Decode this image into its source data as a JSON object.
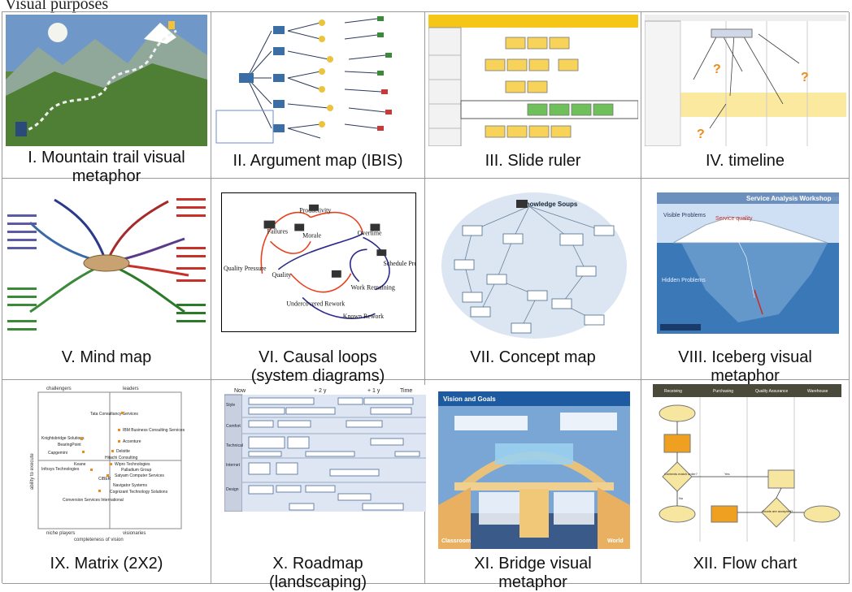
{
  "header": {
    "caption": "Visual purposes"
  },
  "panels": [
    {
      "numeral": "I.",
      "label": "I. Mountain trail visual metaphor",
      "line1": "I. Mountain trail visual",
      "line2": "metaphor"
    },
    {
      "numeral": "II.",
      "label": "II. Argument map (IBIS)",
      "line1": "II. Argument map (IBIS)",
      "line2": ""
    },
    {
      "numeral": "III.",
      "label": "III. Slide ruler",
      "line1": "III.  Slide ruler",
      "line2": ""
    },
    {
      "numeral": "IV.",
      "label": "IV. timeline",
      "line1": "IV. timeline",
      "line2": ""
    },
    {
      "numeral": "V.",
      "label": "V. Mind map",
      "line1": "V. Mind map",
      "line2": ""
    },
    {
      "numeral": "VI.",
      "label": "VI. Causal loops (system diagrams)",
      "line1": "VI. Causal loops",
      "line2": "(system diagrams)"
    },
    {
      "numeral": "VII.",
      "label": "VII. Concept map",
      "line1": "VII. Concept map",
      "line2": ""
    },
    {
      "numeral": "VIII.",
      "label": "VIII. Iceberg visual metaphor",
      "line1": "VIII. Iceberg visual",
      "line2": "metaphor"
    },
    {
      "numeral": "IX.",
      "label": "IX. Matrix (2X2)",
      "line1": "IX. Matrix (2X2)",
      "line2": ""
    },
    {
      "numeral": "X.",
      "label": "X. Roadmap (landscaping)",
      "line1": "X. Roadmap",
      "line2": "(landscaping)"
    },
    {
      "numeral": "XI.",
      "label": "XI. Bridge visual metaphor",
      "line1": "XI. Bridge visual",
      "line2": "metaphor"
    },
    {
      "numeral": "XII.",
      "label": "XII. Flow chart",
      "line1": "XII. Flow chart",
      "line2": ""
    }
  ],
  "thumbs": {
    "causal": {
      "nodes": [
        "Productivity",
        "Failures",
        "Morale",
        "Overtime",
        "Quality Pressure",
        "Quality",
        "Schedule Pressure",
        "Undercovered Rework",
        "Work Remaining",
        "Known Rework"
      ]
    },
    "concept": {
      "title": "Knowledge Soups"
    },
    "iceberg": {
      "title": "Service Analysis Workshop",
      "visible": "Visible Problems",
      "hidden": "Hidden Problems",
      "center": "Service quality"
    },
    "matrix": {
      "quadrants": [
        "challengers",
        "leaders",
        "niche players",
        "visionaries"
      ],
      "y_axis": "ability to execute",
      "x_axis": "completeness of vision",
      "companies": [
        "Tata Consultancy Services",
        "IBM Business Consulting Services",
        "Accenture",
        "Knightsbridge Solutions",
        "BearingPoint",
        "Capgemini",
        "Deloitte",
        "Hitachi Consulting",
        "Wipro Technologies",
        "Keane",
        "Palladium Group",
        "Infosys Technologies",
        "Satyam Computer Services",
        "CIBER",
        "Navigator Systems",
        "Conversion Services International",
        "Cognizant Technology Solutions"
      ]
    },
    "roadmap": {
      "time": "Time",
      "now": "Now",
      "plus2": "+ 2 y",
      "plus1": "+ 1 y",
      "rows": [
        "Style",
        "Comfort",
        "Technical",
        "Internet",
        "Design"
      ]
    },
    "bridge": {
      "title": "Vision and Goals",
      "left": "Classroom",
      "right": "World"
    },
    "flow": {
      "headers": [
        "Receiving",
        "Purchasing",
        "Quality Assurance",
        "Warehouse"
      ],
      "decision1": "Contents match order?",
      "decision2": "Goods are accepted?",
      "yes": "Yes",
      "no": "No"
    }
  },
  "colors": {
    "border": "#9a9a9a",
    "highlight": "#f5c518",
    "causal_red": "#e8401c",
    "causal_blue": "#2a2a8a",
    "iceberg_sky": "#3b78b8",
    "flow_orange": "#f0a020"
  }
}
